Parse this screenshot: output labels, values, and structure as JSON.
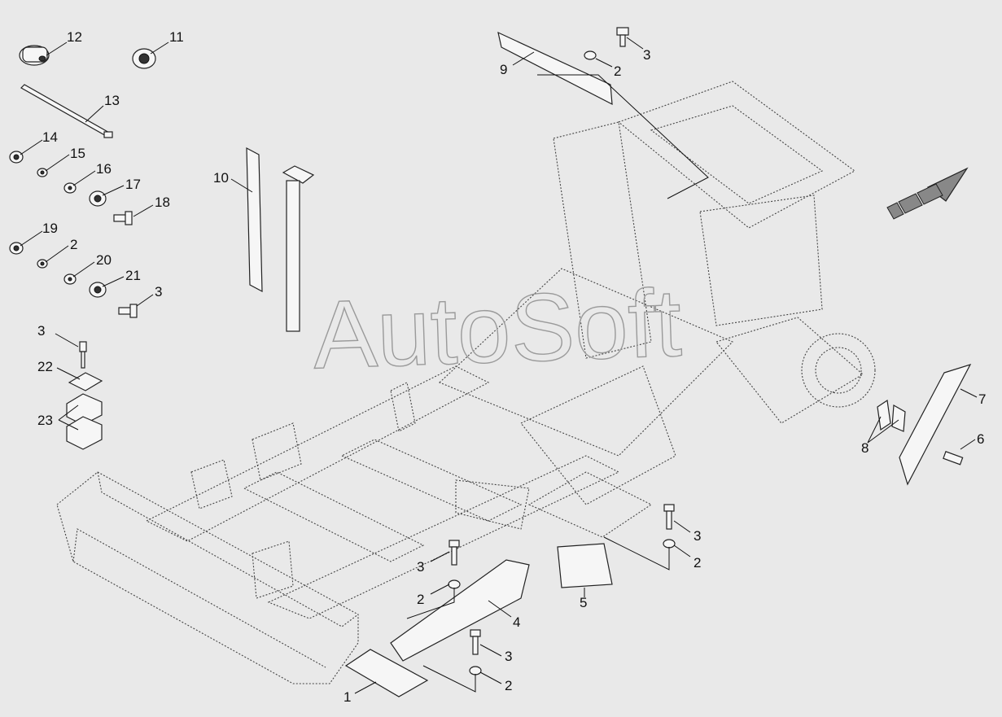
{
  "diagram": {
    "watermark": "AutoSoft",
    "labels": [
      {
        "id": "12",
        "text": "12"
      },
      {
        "id": "11",
        "text": "11"
      },
      {
        "id": "13",
        "text": "13"
      },
      {
        "id": "14",
        "text": "14"
      },
      {
        "id": "15",
        "text": "15"
      },
      {
        "id": "16",
        "text": "16"
      },
      {
        "id": "17",
        "text": "17"
      },
      {
        "id": "18",
        "text": "18"
      },
      {
        "id": "19",
        "text": "19"
      },
      {
        "id": "2a",
        "text": "2"
      },
      {
        "id": "20",
        "text": "20"
      },
      {
        "id": "21",
        "text": "21"
      },
      {
        "id": "3a",
        "text": "3"
      },
      {
        "id": "3b",
        "text": "3"
      },
      {
        "id": "22",
        "text": "22"
      },
      {
        "id": "23",
        "text": "23"
      },
      {
        "id": "10",
        "text": "10"
      },
      {
        "id": "9",
        "text": "9"
      },
      {
        "id": "2b",
        "text": "2"
      },
      {
        "id": "3c",
        "text": "3"
      },
      {
        "id": "7",
        "text": "7"
      },
      {
        "id": "8",
        "text": "8"
      },
      {
        "id": "6",
        "text": "6"
      },
      {
        "id": "3d",
        "text": "3"
      },
      {
        "id": "2c",
        "text": "2"
      },
      {
        "id": "5",
        "text": "5"
      },
      {
        "id": "3e",
        "text": "3"
      },
      {
        "id": "2d",
        "text": "2"
      },
      {
        "id": "4",
        "text": "4"
      },
      {
        "id": "3f",
        "text": "3"
      },
      {
        "id": "2e",
        "text": "2"
      },
      {
        "id": "1",
        "text": "1"
      }
    ]
  }
}
